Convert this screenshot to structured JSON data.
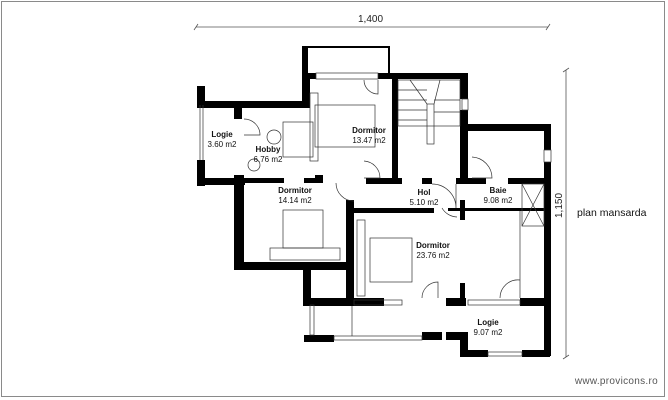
{
  "drawing": {
    "title": "plan mansarda",
    "website": "www.provicons.ro",
    "dimensions": {
      "width_label": "1,400",
      "height_label": "1,150"
    }
  },
  "rooms": [
    {
      "name": "Logie",
      "area": "3.60 m2"
    },
    {
      "name": "Hobby",
      "area": "6.76 m2"
    },
    {
      "name": "Dormitor",
      "area": "13.47 m2"
    },
    {
      "name": "Dormitor",
      "area": "14.14 m2"
    },
    {
      "name": "Hol",
      "area": "5.10 m2"
    },
    {
      "name": "Baie",
      "area": "9.08 m2"
    },
    {
      "name": "Dormitor",
      "area": "23.76 m2"
    },
    {
      "name": "Logie",
      "area": "9.07 m2"
    }
  ],
  "colors": {
    "wall": "#000000",
    "line": "#555555",
    "frame": "#8a8a8a"
  }
}
